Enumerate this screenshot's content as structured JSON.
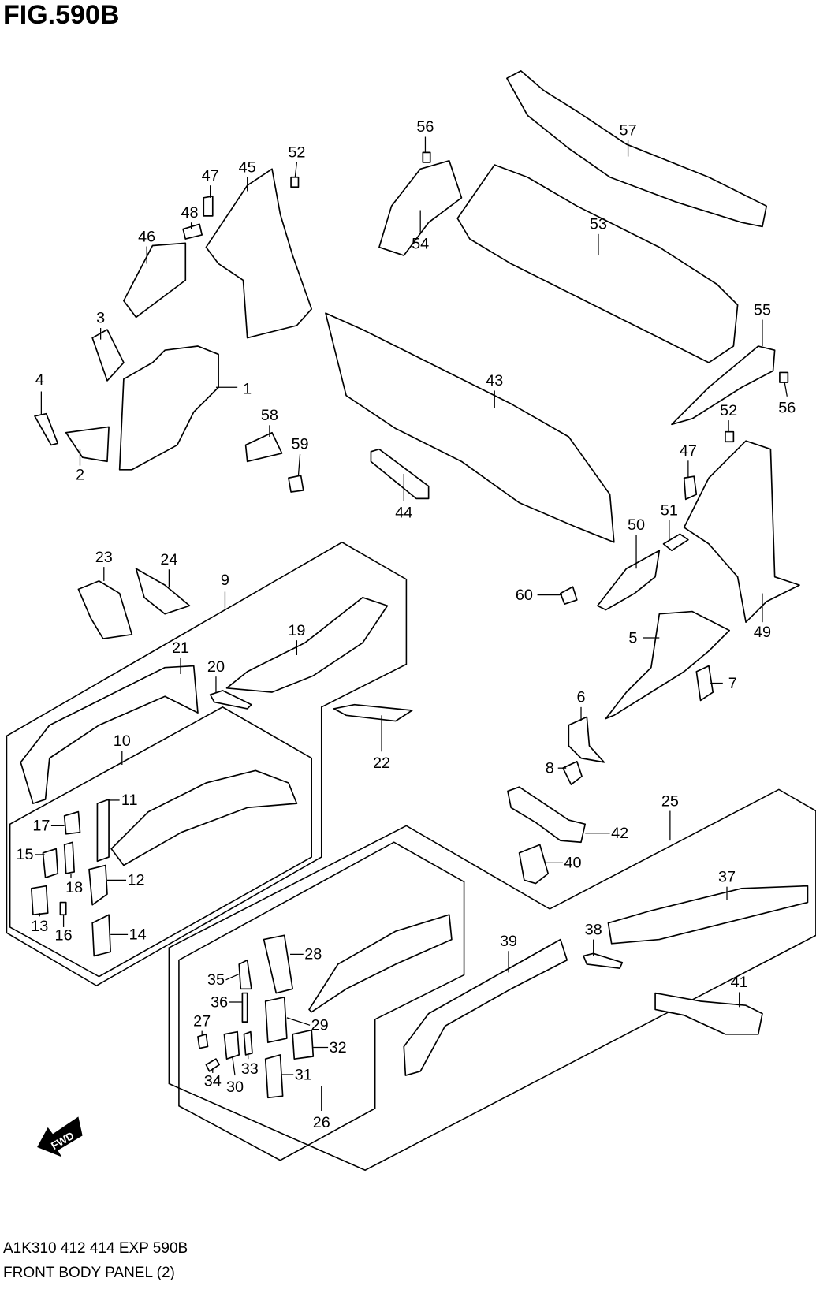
{
  "figure": {
    "title": "FIG.590B",
    "code_line": "A1K310 412 414 EXP 590B",
    "name_line": "FRONT BODY PANEL (2)",
    "fwd_label": "FWD"
  },
  "callouts": [
    {
      "id": "1",
      "label": "1"
    },
    {
      "id": "2",
      "label": "2"
    },
    {
      "id": "3",
      "label": "3"
    },
    {
      "id": "4",
      "label": "4"
    },
    {
      "id": "5",
      "label": "5"
    },
    {
      "id": "6",
      "label": "6"
    },
    {
      "id": "7",
      "label": "7"
    },
    {
      "id": "8",
      "label": "8"
    },
    {
      "id": "9",
      "label": "9"
    },
    {
      "id": "10",
      "label": "10"
    },
    {
      "id": "11",
      "label": "11"
    },
    {
      "id": "12",
      "label": "12"
    },
    {
      "id": "13",
      "label": "13"
    },
    {
      "id": "14",
      "label": "14"
    },
    {
      "id": "15",
      "label": "15"
    },
    {
      "id": "16",
      "label": "16"
    },
    {
      "id": "17",
      "label": "17"
    },
    {
      "id": "18",
      "label": "18"
    },
    {
      "id": "19",
      "label": "19"
    },
    {
      "id": "20",
      "label": "20"
    },
    {
      "id": "21",
      "label": "21"
    },
    {
      "id": "22",
      "label": "22"
    },
    {
      "id": "23",
      "label": "23"
    },
    {
      "id": "24",
      "label": "24"
    },
    {
      "id": "25",
      "label": "25"
    },
    {
      "id": "26",
      "label": "26"
    },
    {
      "id": "27",
      "label": "27"
    },
    {
      "id": "28",
      "label": "28"
    },
    {
      "id": "29",
      "label": "29"
    },
    {
      "id": "30",
      "label": "30"
    },
    {
      "id": "31",
      "label": "31"
    },
    {
      "id": "32",
      "label": "32"
    },
    {
      "id": "33",
      "label": "33"
    },
    {
      "id": "34",
      "label": "34"
    },
    {
      "id": "35",
      "label": "35"
    },
    {
      "id": "36",
      "label": "36"
    },
    {
      "id": "37",
      "label": "37"
    },
    {
      "id": "38",
      "label": "38"
    },
    {
      "id": "39",
      "label": "39"
    },
    {
      "id": "40",
      "label": "40"
    },
    {
      "id": "41",
      "label": "41"
    },
    {
      "id": "42",
      "label": "42"
    },
    {
      "id": "43",
      "label": "43"
    },
    {
      "id": "44",
      "label": "44"
    },
    {
      "id": "45",
      "label": "45"
    },
    {
      "id": "46",
      "label": "46"
    },
    {
      "id": "47a",
      "label": "47"
    },
    {
      "id": "47b",
      "label": "47"
    },
    {
      "id": "48",
      "label": "48"
    },
    {
      "id": "49",
      "label": "49"
    },
    {
      "id": "50",
      "label": "50"
    },
    {
      "id": "51",
      "label": "51"
    },
    {
      "id": "52a",
      "label": "52"
    },
    {
      "id": "52b",
      "label": "52"
    },
    {
      "id": "53",
      "label": "53"
    },
    {
      "id": "54",
      "label": "54"
    },
    {
      "id": "55",
      "label": "55"
    },
    {
      "id": "56a",
      "label": "56"
    },
    {
      "id": "56b",
      "label": "56"
    },
    {
      "id": "57",
      "label": "57"
    },
    {
      "id": "58",
      "label": "58"
    },
    {
      "id": "59",
      "label": "59"
    },
    {
      "id": "60",
      "label": "60"
    }
  ]
}
